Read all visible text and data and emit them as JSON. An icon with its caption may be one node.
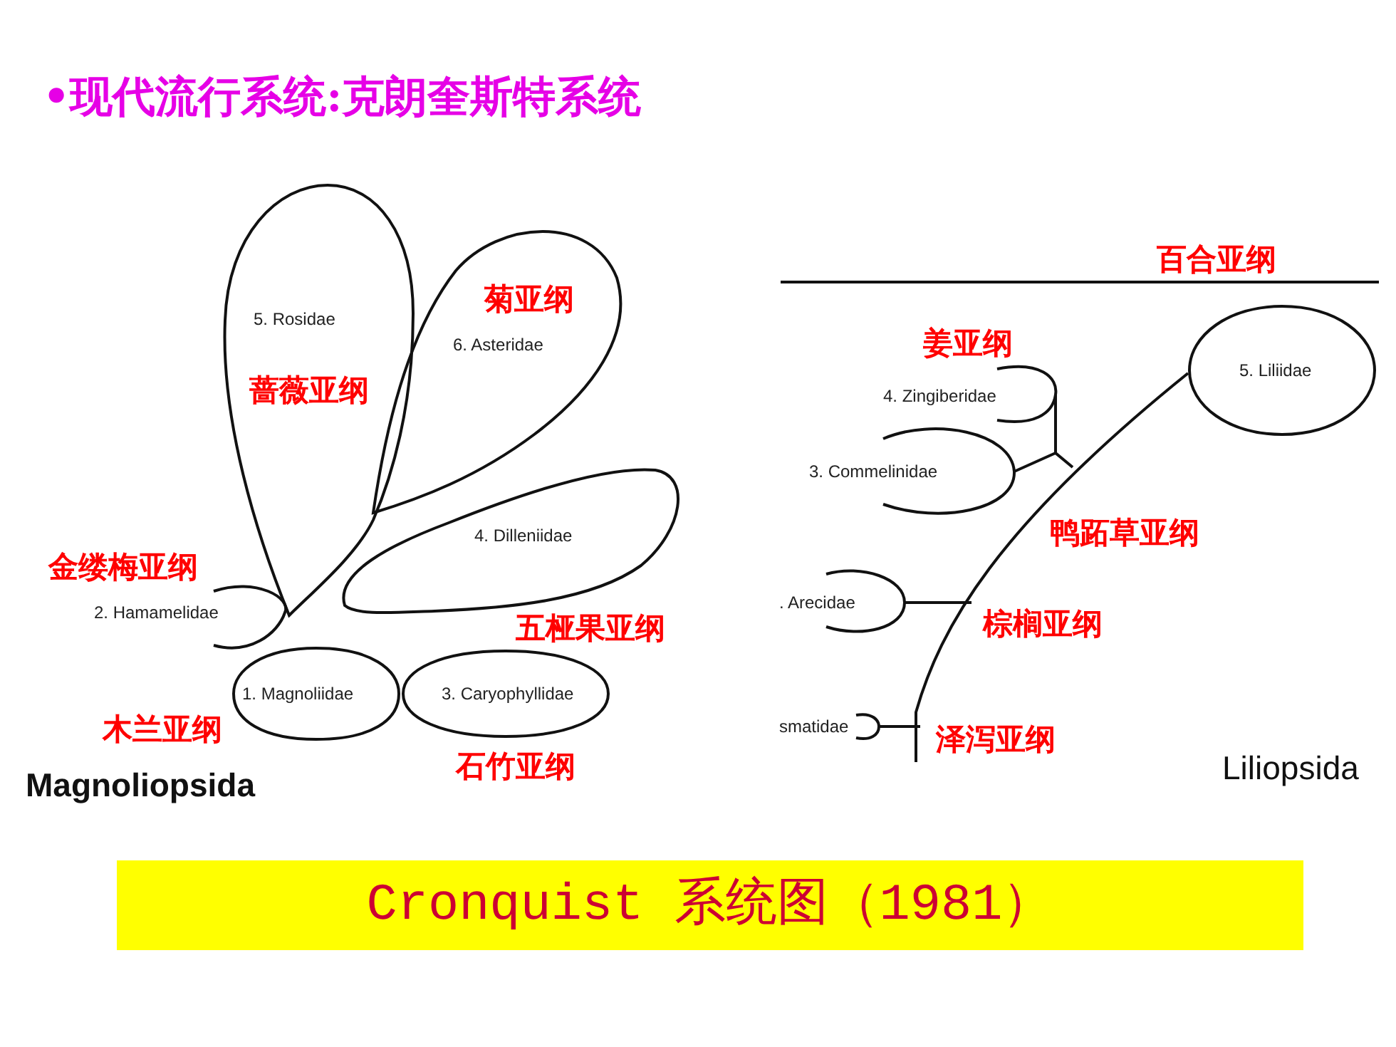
{
  "diagram": {
    "title": "•现代流行系统:克朗奎斯特系统",
    "caption": "Cronquist 系统图（1981）",
    "nodes": [
      {
        "text": [
          "5. Rosidae"
        ]
      },
      {
        "text": [
          "6. Asteridae"
        ]
      },
      {
        "text": [
          "4. Dilleniidae"
        ]
      },
      {
        "text": [
          "2. Hamamelidae"
        ]
      },
      {
        "text": [
          "1. Magnoliidae"
        ]
      },
      {
        "text": [
          "3. Caryophyllidae"
        ]
      },
      {
        "text": [
          "5. Liliidae"
        ]
      },
      {
        "text": [
          "4. Zingiberidae"
        ]
      },
      {
        "text": [
          "3. Commelinidae"
        ]
      },
      {
        "text": [
          ". Arecidae"
        ]
      },
      {
        "text": [
          "smatidae"
        ]
      }
    ],
    "labels": [
      "菊亚纲",
      "蔷薇亚纲",
      "金缕梅亚纲",
      "五桠果亚纲",
      "木兰亚纲",
      "石竹亚纲",
      "Magnoliopsida",
      "百合亚纲",
      "姜亚纲",
      "鸭跖草亚纲",
      "棕榈亚纲",
      "泽泻亚纲",
      "Liliopsida"
    ]
  }
}
